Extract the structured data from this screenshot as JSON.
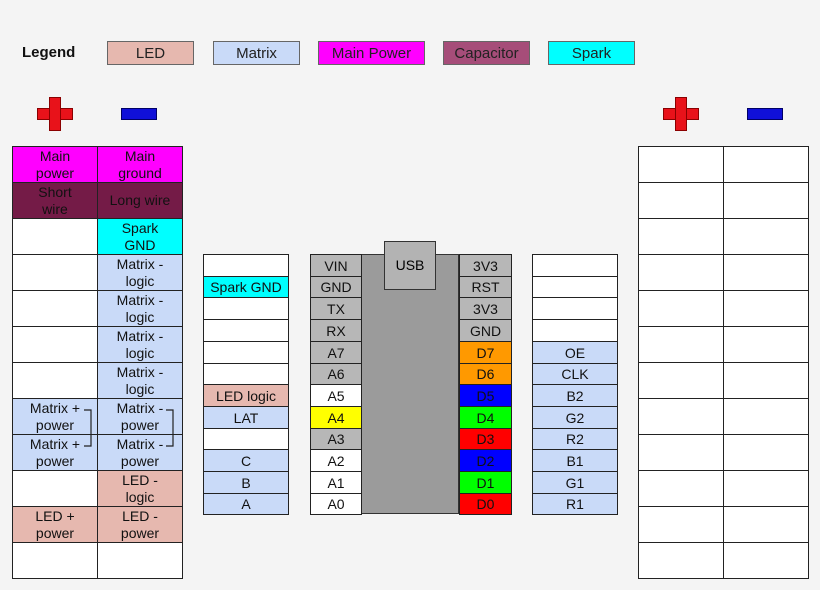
{
  "legend": {
    "title": "Legend",
    "items": [
      {
        "label": "LED",
        "color": "#e6b8af"
      },
      {
        "label": "Matrix",
        "color": "#c9daf8"
      },
      {
        "label": "Main Power",
        "color": "#ff00ff"
      },
      {
        "label": "Capacitor",
        "color": "#a64d79"
      },
      {
        "label": "Spark",
        "color": "#00ffff"
      }
    ]
  },
  "power_symbols": {
    "plus": "plus-icon",
    "minus": "minus-icon",
    "plus_color": "#e8121a",
    "minus_color": "#1010d8"
  },
  "left_rail": {
    "rows": [
      {
        "pos": "Main\npower",
        "neg": "Main\nground",
        "pos_color": "#ff00ff",
        "neg_color": "#ff00ff"
      },
      {
        "pos": "Short\nwire",
        "neg": "Long wire",
        "pos_color": "#741b47",
        "neg_color": "#741b47"
      },
      {
        "pos": "",
        "neg": "Spark\nGND",
        "pos_color": "#ffffff",
        "neg_color": "#00ffff"
      },
      {
        "pos": "",
        "neg": "Matrix -\nlogic",
        "pos_color": "#ffffff",
        "neg_color": "#c9daf8"
      },
      {
        "pos": "",
        "neg": "Matrix -\nlogic",
        "pos_color": "#ffffff",
        "neg_color": "#c9daf8"
      },
      {
        "pos": "",
        "neg": "Matrix -\nlogic",
        "pos_color": "#ffffff",
        "neg_color": "#c9daf8"
      },
      {
        "pos": "",
        "neg": "Matrix -\nlogic",
        "pos_color": "#ffffff",
        "neg_color": "#c9daf8"
      },
      {
        "pos": "Matrix +\npower",
        "neg": "Matrix -\npower",
        "pos_color": "#c9daf8",
        "neg_color": "#c9daf8"
      },
      {
        "pos": "Matrix +\npower",
        "neg": "Matrix -\npower",
        "pos_color": "#c9daf8",
        "neg_color": "#c9daf8"
      },
      {
        "pos": "",
        "neg": "LED -\nlogic",
        "pos_color": "#ffffff",
        "neg_color": "#e6b8af"
      },
      {
        "pos": "LED  +\npower",
        "neg": "LED -\npower",
        "pos_color": "#e6b8af",
        "neg_color": "#e6b8af"
      },
      {
        "pos": "",
        "neg": "",
        "pos_color": "#ffffff",
        "neg_color": "#ffffff"
      }
    ]
  },
  "left_connections": [
    {
      "label": "",
      "color": "#ffffff"
    },
    {
      "label": "Spark GND",
      "color": "#00ffff"
    },
    {
      "label": "",
      "color": "#ffffff"
    },
    {
      "label": "",
      "color": "#ffffff"
    },
    {
      "label": "",
      "color": "#ffffff"
    },
    {
      "label": "",
      "color": "#ffffff"
    },
    {
      "label": "LED logic",
      "color": "#e6b8af"
    },
    {
      "label": "LAT",
      "color": "#c9daf8"
    },
    {
      "label": "",
      "color": "#ffffff"
    },
    {
      "label": "C",
      "color": "#c9daf8"
    },
    {
      "label": "B",
      "color": "#c9daf8"
    },
    {
      "label": "A",
      "color": "#c9daf8"
    }
  ],
  "board": {
    "usb_label": "USB",
    "left_pins": [
      {
        "label": "VIN",
        "color": "#b7b7b7"
      },
      {
        "label": "GND",
        "color": "#b7b7b7"
      },
      {
        "label": "TX",
        "color": "#b7b7b7"
      },
      {
        "label": "RX",
        "color": "#b7b7b7"
      },
      {
        "label": "A7",
        "color": "#b7b7b7"
      },
      {
        "label": "A6",
        "color": "#b7b7b7"
      },
      {
        "label": "A5",
        "color": "#ffffff"
      },
      {
        "label": "A4",
        "color": "#ffff00"
      },
      {
        "label": "A3",
        "color": "#b7b7b7"
      },
      {
        "label": "A2",
        "color": "#ffffff"
      },
      {
        "label": "A1",
        "color": "#ffffff"
      },
      {
        "label": "A0",
        "color": "#ffffff"
      }
    ],
    "right_pins": [
      {
        "label": "3V3",
        "color": "#b7b7b7"
      },
      {
        "label": "RST",
        "color": "#b7b7b7"
      },
      {
        "label": "3V3",
        "color": "#b7b7b7"
      },
      {
        "label": "GND",
        "color": "#b7b7b7"
      },
      {
        "label": "D7",
        "color": "#ff9900"
      },
      {
        "label": "D6",
        "color": "#ff9900"
      },
      {
        "label": "D5",
        "color": "#0000ff"
      },
      {
        "label": "D4",
        "color": "#00ff00"
      },
      {
        "label": "D3",
        "color": "#ff0000"
      },
      {
        "label": "D2",
        "color": "#0000ff"
      },
      {
        "label": "D1",
        "color": "#00ff00"
      },
      {
        "label": "D0",
        "color": "#ff0000"
      }
    ]
  },
  "right_connections": [
    {
      "label": "",
      "color": "#ffffff"
    },
    {
      "label": "",
      "color": "#ffffff"
    },
    {
      "label": "",
      "color": "#ffffff"
    },
    {
      "label": "",
      "color": "#ffffff"
    },
    {
      "label": "OE",
      "color": "#c9daf8"
    },
    {
      "label": "CLK",
      "color": "#c9daf8"
    },
    {
      "label": "B2",
      "color": "#c9daf8"
    },
    {
      "label": "G2",
      "color": "#c9daf8"
    },
    {
      "label": "R2",
      "color": "#c9daf8"
    },
    {
      "label": "B1",
      "color": "#c9daf8"
    },
    {
      "label": "G1",
      "color": "#c9daf8"
    },
    {
      "label": "R1",
      "color": "#c9daf8"
    }
  ],
  "right_rail": {
    "row_count": 12,
    "color": "#ffffff"
  }
}
